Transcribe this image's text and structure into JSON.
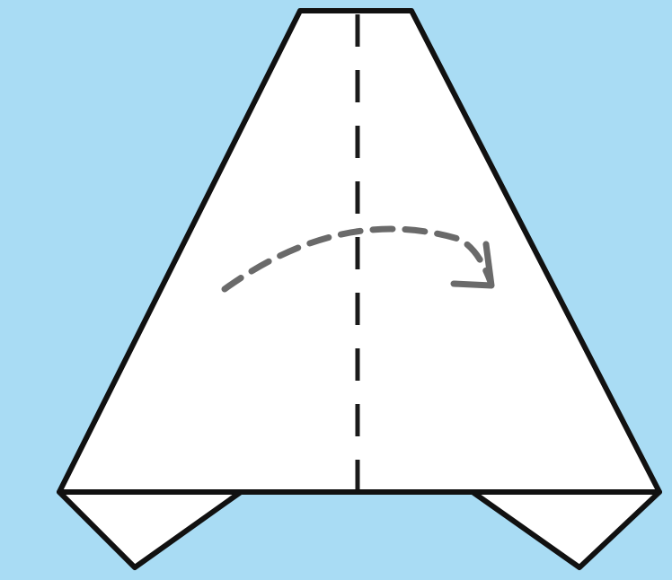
{
  "colors": {
    "background": "#a9dcf4",
    "paper": "#ffffff",
    "outline": "#111111",
    "crease_line": "#1a1a1a",
    "fold_arrow": "#6a6a6a"
  },
  "diagram": {
    "subject": "paper-fold-step",
    "fold_line_style": "valley-fold-dashed",
    "fold_direction": "left-over-right",
    "arrow_icon": "curved-dashed-arrow-icon"
  }
}
